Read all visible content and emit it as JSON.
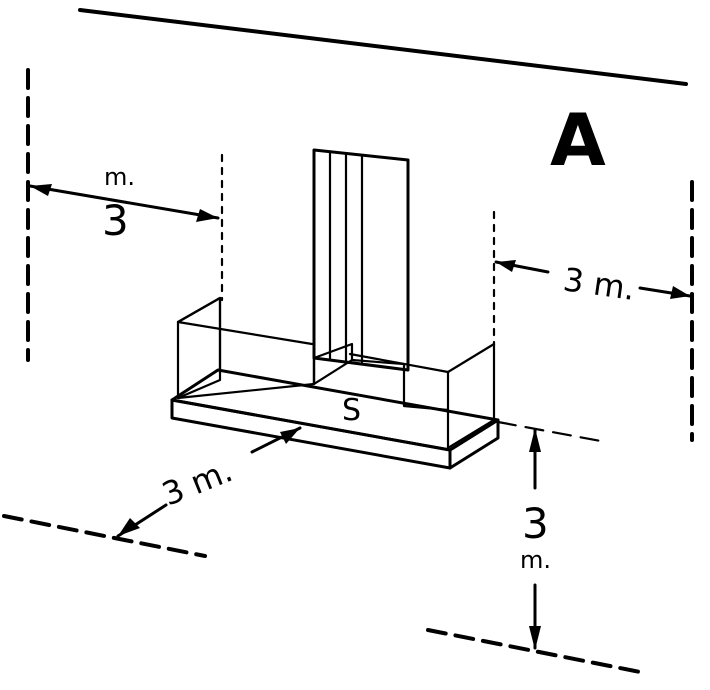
{
  "corner_letter": "A",
  "center_label": "S",
  "dimensions": {
    "left_value": "3",
    "left_unit": "m.",
    "right": "3 m.",
    "front": "3 m.",
    "height_value": "3",
    "height_unit": "m."
  },
  "colors": {
    "ink": "#000000",
    "paper": "#ffffff"
  }
}
